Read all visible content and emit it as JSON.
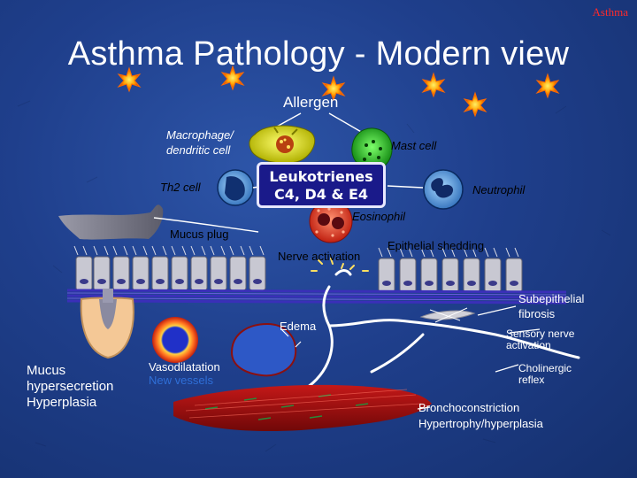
{
  "slide": {
    "corner_title": "Asthma",
    "title": "Asthma Pathology - Modern view"
  },
  "labels": {
    "allergen": "Allergen",
    "macrophage_line1": "Macrophage/",
    "macrophage_line2": "dendritic cell",
    "mast_cell": "Mast cell",
    "th2_cell": "Th2 cell",
    "leukotrienes_line1": "Leukotrienes",
    "leukotrienes_line2": "C4, D4 & E4",
    "neutrophil": "Neutrophil",
    "eosinophil": "Eosinophil",
    "mucus_plug": "Mucus plug",
    "nerve_activation": "Nerve activation",
    "epithelial_shedding": "Epithelial shedding",
    "subepithelial_line1": "Subepithelial",
    "subepithelial_line2": "fibrosis",
    "edema": "Edema",
    "sensory_line1": "Sensory nerve",
    "sensory_line2": "activation",
    "mucus_line1": "Mucus",
    "mucus_line2": "hypersecretion",
    "mucus_line3": "Hyperplasia",
    "vasodilatation": "Vasodilatation",
    "new_vessels": "New vessels",
    "cholinergic_line1": "Cholinergic",
    "cholinergic_line2": "reflex",
    "broncho_line1": "Bronchoconstriction",
    "broncho_line2": "Hypertrophy/hyperplasia"
  },
  "colors": {
    "background": "#1f3f8c",
    "corner_title": "#ff2a2a",
    "new_vessels": "#2f6fd8",
    "leukotriene_box": "#1a1a8a",
    "macrophage": "#d8d800",
    "mast_cell": "#22bb22",
    "eosinophil": "#e04028",
    "smooth_muscle": "#a01010",
    "membrane": "#3a2fb8",
    "allergen_star": "#ff9a00"
  }
}
